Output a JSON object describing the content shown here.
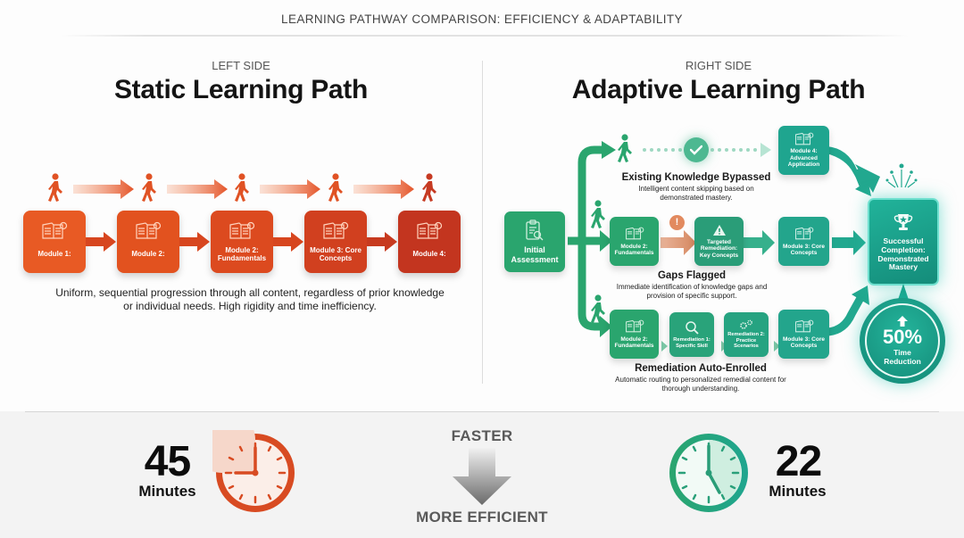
{
  "header": {
    "title": "LEARNING PATHWAY COMPARISON: EFFICIENCY & ADAPTABILITY"
  },
  "left": {
    "side_label": "LEFT SIDE",
    "title": "Static Learning Path",
    "modules": [
      {
        "label": "Module 1:",
        "color": "#e85a24"
      },
      {
        "label": "Module 2:",
        "color": "#e2521f"
      },
      {
        "label": "Module 2: Fundamentals",
        "color": "#dc4a1f"
      },
      {
        "label": "Module 3: Core Concepts",
        "color": "#d1401f"
      },
      {
        "label": "Module 4:",
        "color": "#c3351f"
      }
    ],
    "description": "Uniform, sequential progression through all content, regardless of prior knowledge or individual needs. High rigidity and time inefficiency.",
    "accent_color": "#e2521f"
  },
  "right": {
    "side_label": "RIGHT SIDE",
    "title": "Adaptive Learning Path",
    "start": {
      "label": "Initial Assessment",
      "icon": "clipboard-search-icon"
    },
    "paths": [
      {
        "heading": "Existing Knowledge Bypassed",
        "subtext": "Intelligent content skipping based on demonstrated mastery.",
        "modules": [
          {
            "label": "Module 4: Advanced Application"
          }
        ],
        "marker_icon": "check-icon"
      },
      {
        "heading": "Gaps Flagged",
        "subtext": "Immediate identification of knowledge gaps and provision of specific support.",
        "modules": [
          {
            "label": "Module 2: Fundamentals"
          },
          {
            "label": "Targeted Remediation: Key Concepts"
          },
          {
            "label": "Module 3: Core Concepts"
          }
        ],
        "marker_icon": "alert-icon"
      },
      {
        "heading": "Remediation Auto-Enrolled",
        "subtext": "Automatic routing to personalized remedial content for thorough understanding.",
        "modules": [
          {
            "label": "Module 2: Fundamentals"
          },
          {
            "label": "Remediation 1: Specific Skill"
          },
          {
            "label": "Remediation 2: Practice Scenarios"
          },
          {
            "label": "Module 3: Core Concepts"
          }
        ]
      }
    ],
    "completion": {
      "label": "Successful Completion: Demonstrated Mastery",
      "icon": "trophy-icon"
    },
    "badge": {
      "value": "50%",
      "label": "Time Reduction"
    },
    "accent_color": "#2aa56e",
    "teal_color": "#1fa58f"
  },
  "footer": {
    "static_time": {
      "value": "45",
      "unit": "Minutes"
    },
    "adaptive_time": {
      "value": "22",
      "unit": "Minutes"
    },
    "comparison_top": "FASTER",
    "comparison_bottom": "MORE EFFICIENT"
  }
}
